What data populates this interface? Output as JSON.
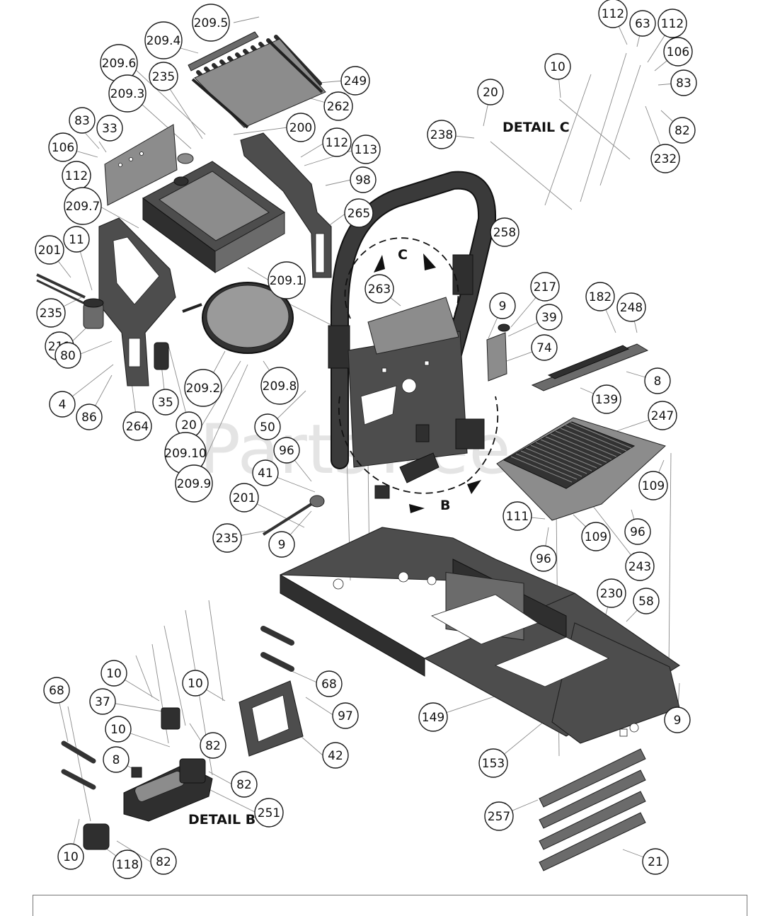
{
  "watermark": "PartsTree",
  "detail_labels": {
    "c": "DETAIL C",
    "b": "DETAIL B",
    "c_short": "C",
    "b_short": "B"
  },
  "callouts": [
    {
      "id": "c-209-5",
      "label": "209.5"
    },
    {
      "id": "c-209-4",
      "label": "209.4"
    },
    {
      "id": "c-209-6",
      "label": "209.6"
    },
    {
      "id": "c-235-a",
      "label": "235"
    },
    {
      "id": "c-209-3",
      "label": "209.3"
    },
    {
      "id": "c-249",
      "label": "249"
    },
    {
      "id": "c-262",
      "label": "262"
    },
    {
      "id": "c-200",
      "label": "200"
    },
    {
      "id": "c-83-a",
      "label": "83"
    },
    {
      "id": "c-33",
      "label": "33"
    },
    {
      "id": "c-106-a",
      "label": "106"
    },
    {
      "id": "c-112-a",
      "label": "112"
    },
    {
      "id": "c-112-b",
      "label": "112"
    },
    {
      "id": "c-113",
      "label": "113"
    },
    {
      "id": "c-98",
      "label": "98"
    },
    {
      "id": "c-209-7",
      "label": "209.7"
    },
    {
      "id": "c-265",
      "label": "265"
    },
    {
      "id": "c-201-a",
      "label": "201"
    },
    {
      "id": "c-11",
      "label": "11"
    },
    {
      "id": "c-209-1",
      "label": "209.1"
    },
    {
      "id": "c-235-b",
      "label": "235"
    },
    {
      "id": "c-211",
      "label": "211"
    },
    {
      "id": "c-80",
      "label": "80"
    },
    {
      "id": "c-4",
      "label": "4"
    },
    {
      "id": "c-86",
      "label": "86"
    },
    {
      "id": "c-264",
      "label": "264"
    },
    {
      "id": "c-35",
      "label": "35"
    },
    {
      "id": "c-20-a",
      "label": "20"
    },
    {
      "id": "c-209-2",
      "label": "209.2"
    },
    {
      "id": "c-209-8",
      "label": "209.8"
    },
    {
      "id": "c-209-10",
      "label": "209.10"
    },
    {
      "id": "c-209-9",
      "label": "209.9"
    },
    {
      "id": "c-50",
      "label": "50"
    },
    {
      "id": "c-96-a",
      "label": "96"
    },
    {
      "id": "c-41",
      "label": "41"
    },
    {
      "id": "c-201-b",
      "label": "201"
    },
    {
      "id": "c-235-c",
      "label": "235"
    },
    {
      "id": "c-9-a",
      "label": "9"
    },
    {
      "id": "c-112-c",
      "label": "112"
    },
    {
      "id": "c-63",
      "label": "63"
    },
    {
      "id": "c-112-d",
      "label": "112"
    },
    {
      "id": "c-10-a",
      "label": "10"
    },
    {
      "id": "c-106-b",
      "label": "106"
    },
    {
      "id": "c-83-b",
      "label": "83"
    },
    {
      "id": "c-20-b",
      "label": "20"
    },
    {
      "id": "c-82-a",
      "label": "82"
    },
    {
      "id": "c-238",
      "label": "238"
    },
    {
      "id": "c-232",
      "label": "232"
    },
    {
      "id": "c-258",
      "label": "258"
    },
    {
      "id": "c-263",
      "label": "263"
    },
    {
      "id": "c-9-b",
      "label": "9"
    },
    {
      "id": "c-217",
      "label": "217"
    },
    {
      "id": "c-39",
      "label": "39"
    },
    {
      "id": "c-74",
      "label": "74"
    },
    {
      "id": "c-182",
      "label": "182"
    },
    {
      "id": "c-248",
      "label": "248"
    },
    {
      "id": "c-8-a",
      "label": "8"
    },
    {
      "id": "c-139",
      "label": "139"
    },
    {
      "id": "c-247",
      "label": "247"
    },
    {
      "id": "c-109-a",
      "label": "109"
    },
    {
      "id": "c-111",
      "label": "111"
    },
    {
      "id": "c-96-b",
      "label": "96"
    },
    {
      "id": "c-109-b",
      "label": "109"
    },
    {
      "id": "c-96-c",
      "label": "96"
    },
    {
      "id": "c-243",
      "label": "243"
    },
    {
      "id": "c-230",
      "label": "230"
    },
    {
      "id": "c-58",
      "label": "58"
    },
    {
      "id": "c-9-c",
      "label": "9"
    },
    {
      "id": "c-149",
      "label": "149"
    },
    {
      "id": "c-153",
      "label": "153"
    },
    {
      "id": "c-257",
      "label": "257"
    },
    {
      "id": "c-21",
      "label": "21"
    },
    {
      "id": "c-68-a",
      "label": "68"
    },
    {
      "id": "c-10-b",
      "label": "10"
    },
    {
      "id": "c-37",
      "label": "37"
    },
    {
      "id": "c-10-c",
      "label": "10"
    },
    {
      "id": "c-82-b",
      "label": "82"
    },
    {
      "id": "c-10-d",
      "label": "10"
    },
    {
      "id": "c-68-b",
      "label": "68"
    },
    {
      "id": "c-97",
      "label": "97"
    },
    {
      "id": "c-42",
      "label": "42"
    },
    {
      "id": "c-8-b",
      "label": "8"
    },
    {
      "id": "c-82-c",
      "label": "82"
    },
    {
      "id": "c-251",
      "label": "251"
    },
    {
      "id": "c-10-e",
      "label": "10"
    },
    {
      "id": "c-118",
      "label": "118"
    },
    {
      "id": "c-82-d",
      "label": "82"
    }
  ]
}
